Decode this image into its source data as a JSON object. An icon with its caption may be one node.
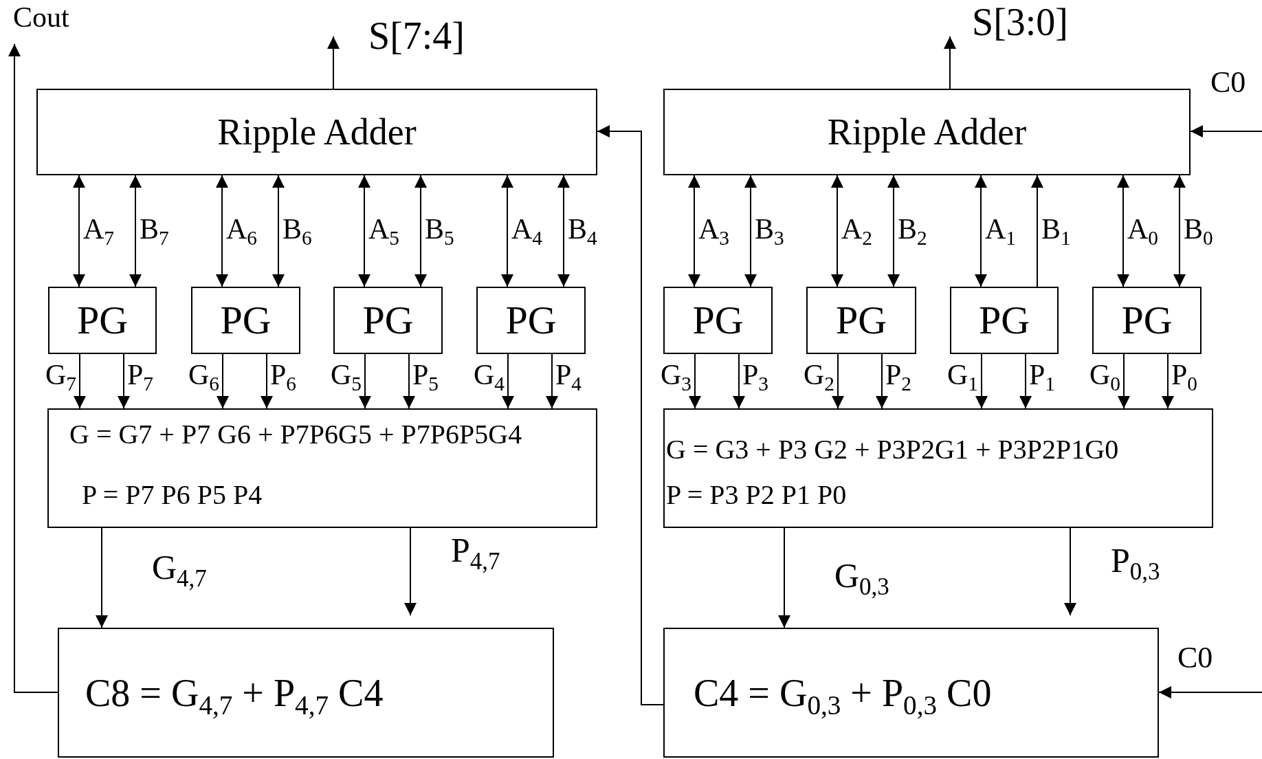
{
  "diagram": {
    "nodes": [
      {
        "text": [
          "Ripple Adder"
        ]
      },
      {
        "text": [
          "Ripple Adder"
        ]
      },
      {
        "text": [
          "PG"
        ]
      },
      {
        "text": [
          "PG"
        ]
      },
      {
        "text": [
          "PG"
        ]
      },
      {
        "text": [
          "PG"
        ]
      },
      {
        "text": [
          "PG"
        ]
      },
      {
        "text": [
          "PG"
        ]
      },
      {
        "text": [
          "PG"
        ]
      },
      {
        "text": [
          "PG"
        ]
      },
      {
        "text": [
          "G = G7 + P7 G6 + P7P6G5 + P7P6P5G4",
          "P = P7 P6 P5 P4"
        ]
      },
      {
        "text": [
          "G = G3 + P3 G2 + P3P2G1 + P3P2P1G0",
          "P = P3 P2 P1 P0"
        ]
      },
      {
        "text": [
          "C8 = G$_{4,7}$ + P$_{4,7}$ C4"
        ]
      },
      {
        "text": [
          "C4 = G$_{0,3}$ + P$_{0,3}$ C0"
        ]
      }
    ],
    "edges": [
      {
        "from": 0,
        "to": 2,
        "arrow": "both",
        "label": "A$_{7}$"
      },
      {
        "from": 0,
        "to": 2,
        "arrow": "both",
        "label": "B$_{7}$"
      },
      {
        "from": 0,
        "to": 3,
        "arrow": "both",
        "label": "A$_{6}$"
      },
      {
        "from": 0,
        "to": 3,
        "arrow": "both",
        "label": "B$_{6}$"
      },
      {
        "from": 0,
        "to": 4,
        "arrow": "both",
        "label": "A$_{5}$"
      },
      {
        "from": 0,
        "to": 4,
        "arrow": "both",
        "label": "B$_{5}$"
      },
      {
        "from": 0,
        "to": 5,
        "arrow": "both",
        "label": "A$_{4}$"
      },
      {
        "from": 0,
        "to": 5,
        "arrow": "both",
        "label": "B$_{4}$"
      },
      {
        "from": 1,
        "to": 6,
        "arrow": "both",
        "label": "A$_{3}$"
      },
      {
        "from": 1,
        "to": 6,
        "arrow": "both",
        "label": "B$_{3}$"
      },
      {
        "from": 1,
        "to": 7,
        "arrow": "both",
        "label": "A$_{2}$"
      },
      {
        "from": 1,
        "to": 7,
        "arrow": "both",
        "label": "B$_{2}$"
      },
      {
        "from": 1,
        "to": 8,
        "arrow": "both",
        "label": "A$_{1}$"
      },
      {
        "from": 8,
        "to": 1,
        "arrow": "to",
        "label": "B$_{1}$"
      },
      {
        "from": 1,
        "to": 9,
        "arrow": "both",
        "label": "A$_{0}$"
      },
      {
        "from": 1,
        "to": 9,
        "arrow": "both",
        "label": "B$_{0}$"
      },
      {
        "from": 2,
        "to": 10,
        "arrow": "to",
        "label": "G$_{7}$"
      },
      {
        "from": 2,
        "to": 10,
        "arrow": "to",
        "label": "P$_{7}$"
      },
      {
        "from": 3,
        "to": 10,
        "arrow": "to",
        "label": "G$_{6}$"
      },
      {
        "from": 3,
        "to": 10,
        "arrow": "to",
        "label": "P$_{6}$"
      },
      {
        "from": 4,
        "to": 10,
        "arrow": "to",
        "label": "G$_{5}$"
      },
      {
        "from": 4,
        "to": 10,
        "arrow": "to",
        "label": "P$_{5}$"
      },
      {
        "from": 5,
        "to": 10,
        "arrow": "to",
        "label": "G$_{4}$"
      },
      {
        "from": 5,
        "to": 10,
        "arrow": "to",
        "label": "P$_{4}$"
      },
      {
        "from": 6,
        "to": 11,
        "arrow": "to",
        "label": "G$_{3}$"
      },
      {
        "from": 6,
        "to": 11,
        "arrow": "to",
        "label": "P$_{3}$"
      },
      {
        "from": 7,
        "to": 11,
        "arrow": "to",
        "label": "G$_{2}$"
      },
      {
        "from": 7,
        "to": 11,
        "arrow": "to",
        "label": "P$_{2}$"
      },
      {
        "from": 8,
        "to": 11,
        "arrow": "to",
        "label": "G$_{1}$"
      },
      {
        "from": 8,
        "to": 11,
        "arrow": "to",
        "label": "P$_{1}$"
      },
      {
        "from": 9,
        "to": 11,
        "arrow": "to",
        "label": "G$_{0}$"
      },
      {
        "from": 9,
        "to": 11,
        "arrow": "to",
        "label": "P$_{0}$"
      },
      {
        "from": 10,
        "to": 12,
        "arrow": "to",
        "label": "G$_{4,7}$"
      },
      {
        "from": 10,
        "to": 12,
        "arrow": "to",
        "label": "P$_{4,7}$"
      },
      {
        "from": 11,
        "to": 13,
        "arrow": "to",
        "label": "G$_{0,3}$"
      },
      {
        "from": 11,
        "to": 13,
        "arrow": "to",
        "label": "P$_{0,3}$"
      },
      {
        "from": 12,
        "to": null,
        "arrow": "to",
        "label": "Cout"
      },
      {
        "from": 13,
        "to": 0,
        "arrow": "to"
      },
      {
        "from": null,
        "to": 1,
        "arrow": "to",
        "label": "C0"
      },
      {
        "from": null,
        "to": 13,
        "arrow": "to",
        "label": "C0"
      },
      {
        "from": 0,
        "to": null,
        "arrow": "to",
        "label": "S[7:4]"
      },
      {
        "from": 1,
        "to": null,
        "arrow": "to",
        "label": "S[3:0]"
      }
    ]
  }
}
